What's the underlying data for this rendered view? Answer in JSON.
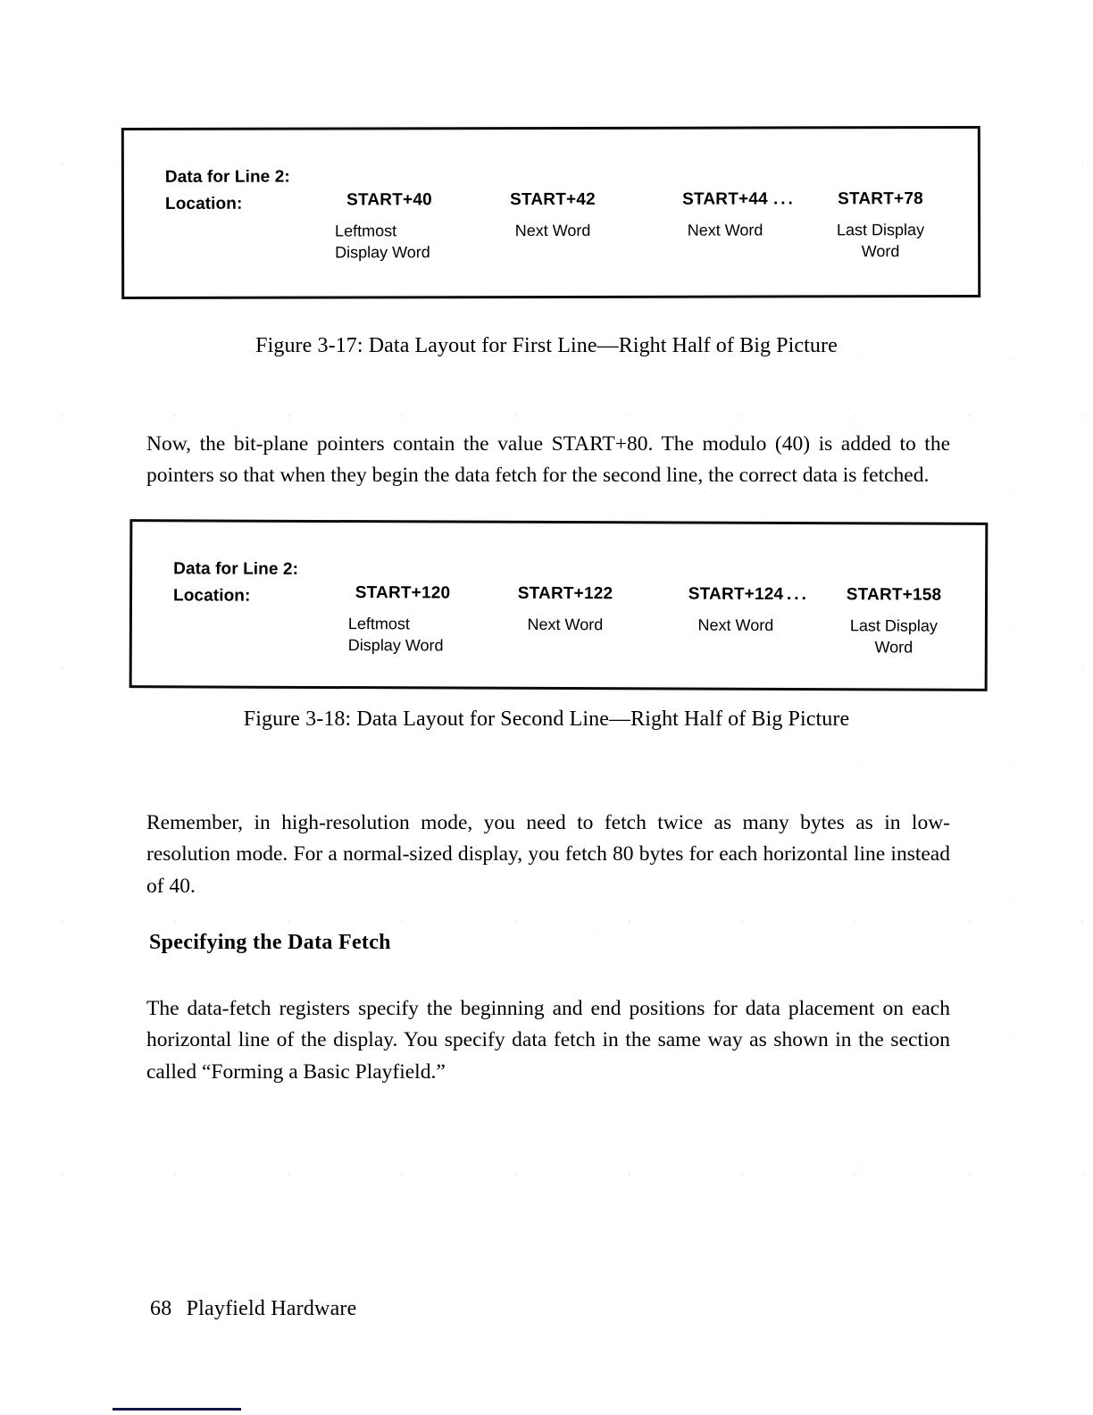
{
  "page": {
    "footer_page_number": "68",
    "footer_chapter": "Playfield Hardware"
  },
  "figures": [
    {
      "id": "figure-3-17",
      "data_label": "Data for Line 2:",
      "location_label": "Location:",
      "ellipsis": "...",
      "columns": [
        {
          "address": "START+40",
          "description_line1": "Leftmost",
          "description_line2": "Display Word"
        },
        {
          "address": "START+42",
          "description_line1": "Next Word",
          "description_line2": ""
        },
        {
          "address": "START+44",
          "description_line1": "Next Word",
          "description_line2": ""
        },
        {
          "address": "START+78",
          "description_line1": "Last Display",
          "description_line2": "Word"
        }
      ],
      "caption": "Figure 3-17: Data Layout for First Line—Right Half of Big Picture"
    },
    {
      "id": "figure-3-18",
      "data_label": "Data for Line 2:",
      "location_label": "Location:",
      "ellipsis": "...",
      "columns": [
        {
          "address": "START+120",
          "description_line1": "Leftmost",
          "description_line2": "Display Word"
        },
        {
          "address": "START+122",
          "description_line1": "Next Word",
          "description_line2": ""
        },
        {
          "address": "START+124",
          "description_line1": "Next Word",
          "description_line2": ""
        },
        {
          "address": "START+158",
          "description_line1": "Last Display",
          "description_line2": "Word"
        }
      ],
      "caption": "Figure 3-18: Data Layout for Second Line—Right Half of Big Picture"
    }
  ],
  "body": {
    "paragraph_1": "Now, the bit-plane pointers contain the value START+80.  The modulo (40) is added to the pointers so that when they begin the data fetch for the second line, the correct data is fetched.",
    "paragraph_2": "Remember, in high-resolution mode, you need to fetch twice as many bytes as in low-resolution mode.  For a normal-sized display, you fetch 80 bytes for each horizontal line instead of 40.",
    "section_heading": "Specifying the Data Fetch",
    "paragraph_3": "The data-fetch registers specify the beginning and end positions for data placement on each horizontal line of the display.  You specify data fetch in the same way as shown in the section called “Forming a Basic Playfield.”"
  },
  "colors": {
    "text": "#000000",
    "page_background": "#ffffff",
    "box_border": "#0b0b0b",
    "bottom_rule": "#141447"
  }
}
